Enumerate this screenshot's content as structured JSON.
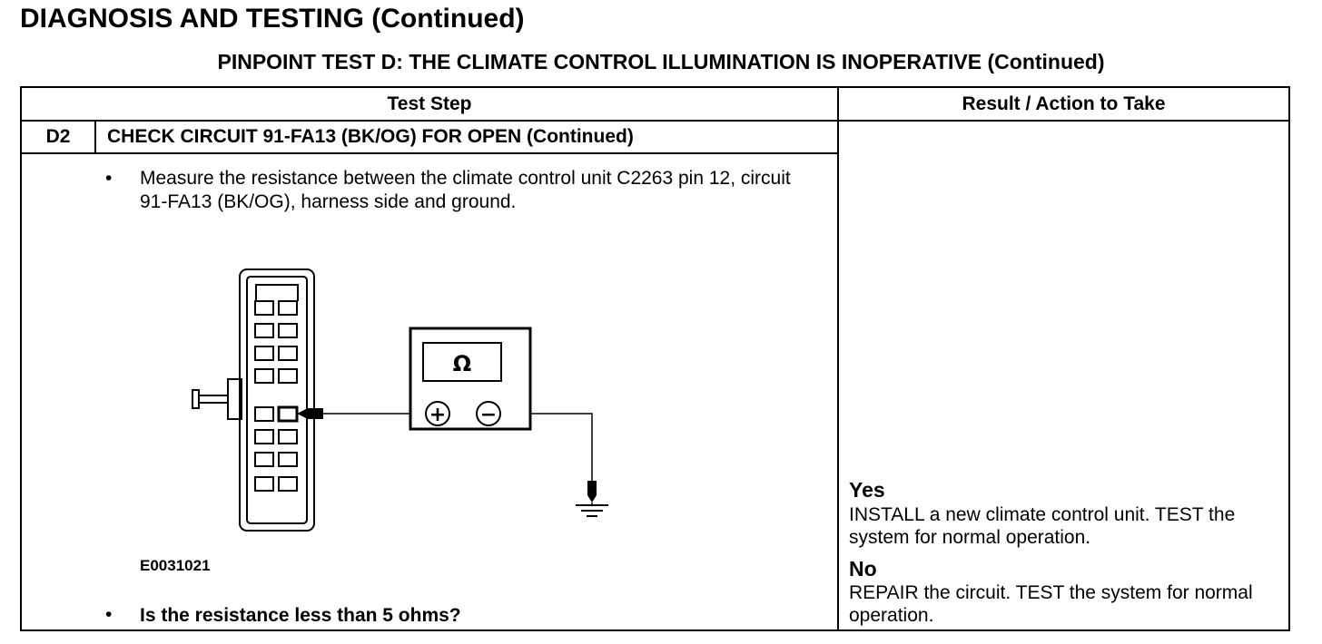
{
  "page": {
    "title": "DIAGNOSIS AND TESTING (Continued)",
    "subtitle": "PINPOINT TEST  D: THE CLIMATE CONTROL ILLUMINATION IS INOPERATIVE (Continued)"
  },
  "table": {
    "headers": {
      "test_step": "Test Step",
      "result_action": "Result / Action to Take"
    },
    "step": {
      "id": "D2",
      "title": "CHECK CIRCUIT 91-FA13 (BK/OG) FOR OPEN (Continued)",
      "bullet_symbol": "•",
      "instruction": "Measure the resistance between the climate control unit C2263 pin 12, circuit 91-FA13 (BK/OG), harness side and ground.",
      "figure_id": "E0031021",
      "question": "Is the resistance less than 5 ohms?"
    },
    "figure": {
      "meter_symbol": "Ω",
      "plus_symbol": "+",
      "minus_symbol": "−"
    },
    "results": {
      "yes_label": "Yes",
      "yes_action": "INSTALL a new climate control unit. TEST the system for normal operation.",
      "no_label": "No",
      "no_action": "REPAIR the circuit. TEST the system for normal operation."
    }
  }
}
